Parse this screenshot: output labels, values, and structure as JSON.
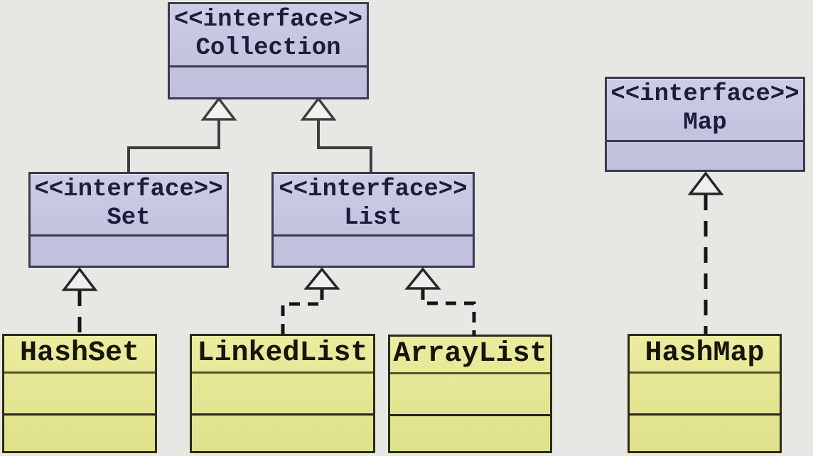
{
  "colors": {
    "background": "#e7e7e4",
    "interface_fill": "#c5c6e0",
    "interface_border": "#3a3a52",
    "class_fill": "#e5e795",
    "class_border": "#2b2b16",
    "solid_connector": "#3e3e3e",
    "dashed_connector": "#161616",
    "interface_text": "#1d1d3a",
    "class_text": "#15150a"
  },
  "nodes": {
    "collection": {
      "stereotype": "<<interface>>",
      "name": "Collection"
    },
    "map": {
      "stereotype": "<<interface>>",
      "name": "Map"
    },
    "set": {
      "stereotype": "<<interface>>",
      "name": "Set"
    },
    "list": {
      "stereotype": "<<interface>>",
      "name": "List"
    },
    "hashset": {
      "name": "HashSet"
    },
    "linkedlist": {
      "name": "LinkedList"
    },
    "arraylist": {
      "name": "ArrayList"
    },
    "hashmap": {
      "name": "HashMap"
    }
  },
  "edges": [
    {
      "from": "Set",
      "to": "Collection",
      "type": "generalization",
      "line": "solid"
    },
    {
      "from": "List",
      "to": "Collection",
      "type": "generalization",
      "line": "solid"
    },
    {
      "from": "HashSet",
      "to": "Set",
      "type": "realization",
      "line": "dashed"
    },
    {
      "from": "LinkedList",
      "to": "List",
      "type": "realization",
      "line": "dashed"
    },
    {
      "from": "ArrayList",
      "to": "List",
      "type": "realization",
      "line": "dashed"
    },
    {
      "from": "HashMap",
      "to": "Map",
      "type": "realization",
      "line": "dashed"
    }
  ]
}
